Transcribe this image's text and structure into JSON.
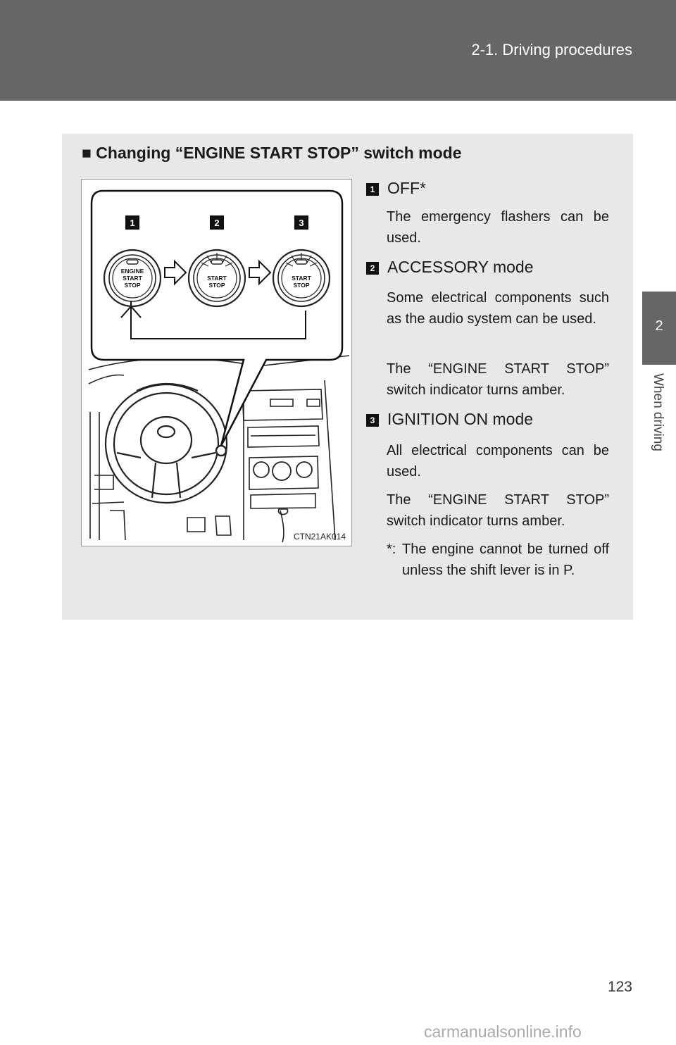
{
  "header": {
    "title": "2-1. Driving procedures"
  },
  "side_tab": {
    "number": "2",
    "label": "When driving"
  },
  "section": {
    "title": "■ Changing “ENGINE START STOP” switch mode"
  },
  "figure": {
    "code": "CTN21AK014",
    "callouts": [
      "1",
      "2",
      "3"
    ],
    "button_text": {
      "line1": "ENGINE",
      "line2": "START",
      "line3": "STOP"
    }
  },
  "modes": [
    {
      "number": "1",
      "title": "OFF*",
      "paragraphs": [
        "The emergency flashers can be used."
      ]
    },
    {
      "number": "2",
      "title": "ACCESSORY mode",
      "paragraphs": [
        "Some electrical components such as the audio system can be used.",
        "The “ENGINE START STOP” switch indicator turns amber."
      ]
    },
    {
      "number": "3",
      "title": "IGNITION ON mode",
      "paragraphs": [
        "All electrical components can be used.",
        "The “ENGINE START STOP” switch indicator turns amber."
      ]
    }
  ],
  "note": {
    "mark": "*:",
    "text": "The engine cannot be turned off unless the shift lever is in P."
  },
  "page_number": "123",
  "footer": "carmanualsonline.info",
  "colors": {
    "header_bg": "#666666",
    "panel_bg": "#e8e8e8",
    "text": "#1a1a1a",
    "footer": "#aaaaaa"
  }
}
